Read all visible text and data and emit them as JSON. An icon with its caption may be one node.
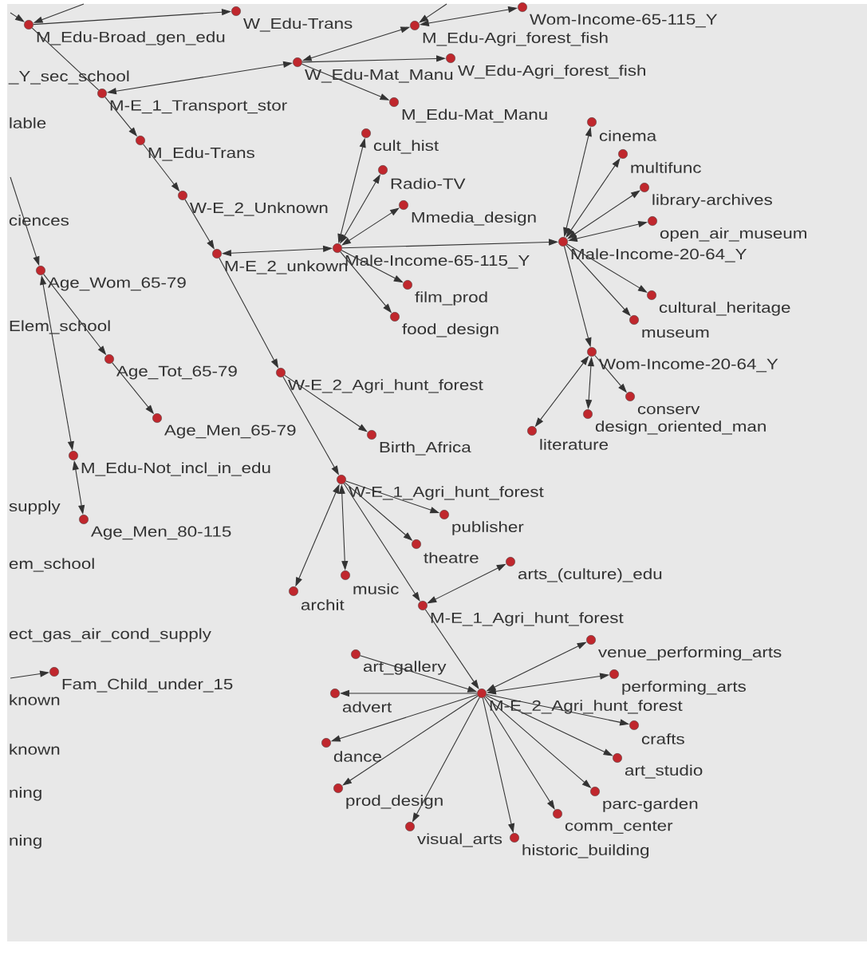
{
  "diagram": {
    "nodes": [
      {
        "text": [
          "M_Edu-Broad_gen_edu"
        ]
      },
      {
        "text": [
          "W_Edu-Trans"
        ]
      },
      {
        "text": [
          "M_Edu-Agri_forest_fish"
        ]
      },
      {
        "text": [
          "Wom-Income-65-115_Y"
        ]
      },
      {
        "text": [
          "W_Edu-Mat_Manu"
        ]
      },
      {
        "text": [
          "W_Edu-Agri_forest_fish"
        ]
      },
      {
        "text": [
          "M-E_1_Transport_stor"
        ]
      },
      {
        "text": [
          "M_Edu-Mat_Manu"
        ]
      },
      {
        "text": [
          "M_Edu-Trans"
        ]
      },
      {
        "text": [
          "W-E_2_Unknown"
        ]
      },
      {
        "text": [
          "M-E_2_unkown"
        ]
      },
      {
        "text": [
          "Male-Income-65-115_Y"
        ]
      },
      {
        "text": [
          "cult_hist"
        ]
      },
      {
        "text": [
          "Radio-TV"
        ]
      },
      {
        "text": [
          "Mmedia_design"
        ]
      },
      {
        "text": [
          "film_prod"
        ]
      },
      {
        "text": [
          "food_design"
        ]
      },
      {
        "text": [
          "Male-Income-20-64_Y"
        ]
      },
      {
        "text": [
          "cinema"
        ]
      },
      {
        "text": [
          "multifunc"
        ]
      },
      {
        "text": [
          "library-archives"
        ]
      },
      {
        "text": [
          "open_air_museum"
        ]
      },
      {
        "text": [
          "cultural_heritage"
        ]
      },
      {
        "text": [
          "museum"
        ]
      },
      {
        "text": [
          "Wom-Income-20-64_Y"
        ]
      },
      {
        "text": [
          "conserv"
        ]
      },
      {
        "text": [
          "design_oriented_man"
        ]
      },
      {
        "text": [
          "literature"
        ]
      },
      {
        "text": [
          "Age_Wom_65-79"
        ]
      },
      {
        "text": [
          "Age_Tot_65-79"
        ]
      },
      {
        "text": [
          "Age_Men_65-79"
        ]
      },
      {
        "text": [
          "M_Edu-Not_incl_in_edu"
        ]
      },
      {
        "text": [
          "Age_Men_80-115"
        ]
      },
      {
        "text": [
          "W-E_2_Agri_hunt_forest"
        ]
      },
      {
        "text": [
          "Birth_Africa"
        ]
      },
      {
        "text": [
          "W-E_1_Agri_hunt_forest"
        ]
      },
      {
        "text": [
          "publisher"
        ]
      },
      {
        "text": [
          "theatre"
        ]
      },
      {
        "text": [
          "archit"
        ]
      },
      {
        "text": [
          "music"
        ]
      },
      {
        "text": [
          "arts_(culture)_edu"
        ]
      },
      {
        "text": [
          "M-E_1_Agri_hunt_forest"
        ]
      },
      {
        "text": [
          "art_gallery"
        ]
      },
      {
        "text": [
          "advert"
        ]
      },
      {
        "text": [
          "M-E_2_Agri_hunt_forest"
        ]
      },
      {
        "text": [
          "venue_performing_arts"
        ]
      },
      {
        "text": [
          "performing_arts"
        ]
      },
      {
        "text": [
          "crafts"
        ]
      },
      {
        "text": [
          "art_studio"
        ]
      },
      {
        "text": [
          "parc-garden"
        ]
      },
      {
        "text": [
          "comm_center"
        ]
      },
      {
        "text": [
          "historic_building"
        ]
      },
      {
        "text": [
          "visual_arts"
        ]
      },
      {
        "text": [
          "prod_design"
        ]
      },
      {
        "text": [
          "dance"
        ]
      },
      {
        "text": [
          "Fam_Child_under_15"
        ]
      }
    ],
    "edges": [
      {
        "from": null,
        "to": 0,
        "arrow": "to"
      },
      {
        "from": null,
        "to": 0,
        "arrow": "to"
      },
      {
        "from": 0,
        "to": 1,
        "arrow": "to"
      },
      {
        "from": 0,
        "to": 6,
        "arrow": "none"
      },
      {
        "from": 4,
        "to": 6,
        "arrow": "both"
      },
      {
        "from": 4,
        "to": 2,
        "arrow": "both"
      },
      {
        "from": null,
        "to": 2,
        "arrow": "to"
      },
      {
        "from": 2,
        "to": 3,
        "arrow": "both"
      },
      {
        "from": 4,
        "to": 5,
        "arrow": "to"
      },
      {
        "from": 4,
        "to": 7,
        "arrow": "to"
      },
      {
        "from": 6,
        "to": 8,
        "arrow": "to"
      },
      {
        "from": 8,
        "to": 9,
        "arrow": "to"
      },
      {
        "from": 9,
        "to": 10,
        "arrow": "to"
      },
      {
        "from": 10,
        "to": 11,
        "arrow": "both"
      },
      {
        "from": 11,
        "to": 12,
        "arrow": "both"
      },
      {
        "from": 11,
        "to": 13,
        "arrow": "both"
      },
      {
        "from": 11,
        "to": 14,
        "arrow": "both"
      },
      {
        "from": 11,
        "to": 15,
        "arrow": "to"
      },
      {
        "from": 11,
        "to": 16,
        "arrow": "to"
      },
      {
        "from": 11,
        "to": 17,
        "arrow": "to"
      },
      {
        "from": 17,
        "to": 18,
        "arrow": "both"
      },
      {
        "from": 17,
        "to": 19,
        "arrow": "both"
      },
      {
        "from": 17,
        "to": 20,
        "arrow": "both"
      },
      {
        "from": 17,
        "to": 21,
        "arrow": "both"
      },
      {
        "from": 17,
        "to": 22,
        "arrow": "to"
      },
      {
        "from": 17,
        "to": 23,
        "arrow": "to"
      },
      {
        "from": 17,
        "to": 24,
        "arrow": "to"
      },
      {
        "from": 24,
        "to": 25,
        "arrow": "to"
      },
      {
        "from": 24,
        "to": 26,
        "arrow": "both"
      },
      {
        "from": 24,
        "to": 27,
        "arrow": "both"
      },
      {
        "from": null,
        "to": 28,
        "arrow": "to"
      },
      {
        "from": 28,
        "to": 29,
        "arrow": "to"
      },
      {
        "from": 28,
        "to": 31,
        "arrow": "both"
      },
      {
        "from": 31,
        "to": 32,
        "arrow": "both"
      },
      {
        "from": 29,
        "to": 30,
        "arrow": "to"
      },
      {
        "from": 10,
        "to": 33,
        "arrow": "to"
      },
      {
        "from": 33,
        "to": 34,
        "arrow": "to"
      },
      {
        "from": 33,
        "to": 35,
        "arrow": "to"
      },
      {
        "from": 35,
        "to": 36,
        "arrow": "to"
      },
      {
        "from": 35,
        "to": 37,
        "arrow": "to"
      },
      {
        "from": 35,
        "to": 38,
        "arrow": "both"
      },
      {
        "from": 35,
        "to": 39,
        "arrow": "both"
      },
      {
        "from": 35,
        "to": 41,
        "arrow": "to"
      },
      {
        "from": 41,
        "to": 40,
        "arrow": "both"
      },
      {
        "from": 41,
        "to": 44,
        "arrow": "to"
      },
      {
        "from": 44,
        "to": 45,
        "arrow": "both"
      },
      {
        "from": 44,
        "to": 46,
        "arrow": "both"
      },
      {
        "from": 44,
        "to": 47,
        "arrow": "to"
      },
      {
        "from": 44,
        "to": 48,
        "arrow": "to"
      },
      {
        "from": 44,
        "to": 49,
        "arrow": "to"
      },
      {
        "from": 44,
        "to": 50,
        "arrow": "to"
      },
      {
        "from": 44,
        "to": 51,
        "arrow": "to"
      },
      {
        "from": 44,
        "to": 52,
        "arrow": "to"
      },
      {
        "from": 44,
        "to": 53,
        "arrow": "to"
      },
      {
        "from": 44,
        "to": 54,
        "arrow": "to"
      },
      {
        "from": 44,
        "to": 43,
        "arrow": "to"
      },
      {
        "from": 42,
        "to": 44,
        "arrow": "to"
      },
      {
        "from": null,
        "to": 55,
        "arrow": "to"
      }
    ],
    "labels": [
      "_Y_sec_school",
      "lable",
      "ciences",
      "Elem_school",
      "supply",
      "em_school",
      "ect_gas_air_cond_supply",
      "known",
      "known",
      "ning",
      "ning"
    ]
  }
}
